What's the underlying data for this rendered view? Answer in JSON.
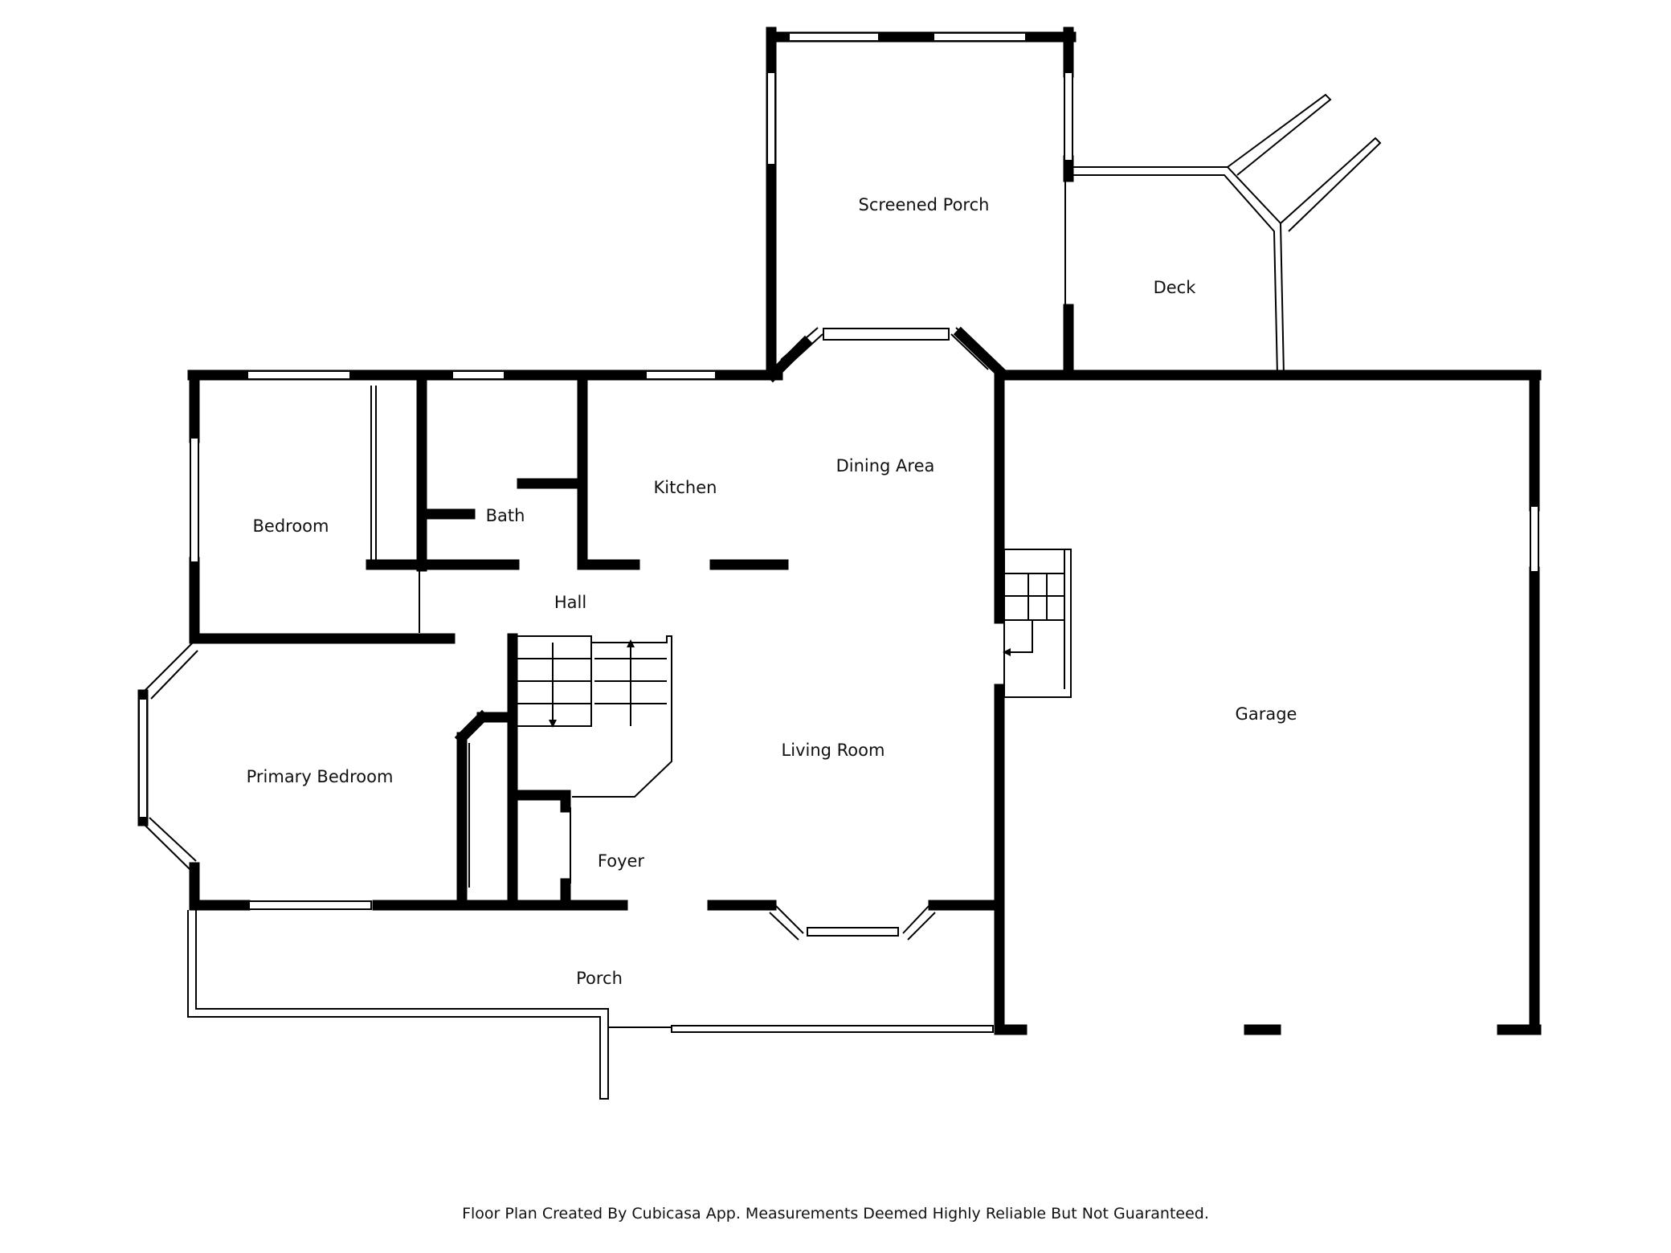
{
  "rooms": {
    "screened_porch": "Screened Porch",
    "deck": "Deck",
    "dining_area": "Dining Area",
    "kitchen": "Kitchen",
    "bath": "Bath",
    "bedroom": "Bedroom",
    "hall": "Hall",
    "garage": "Garage",
    "living_room": "Living Room",
    "primary_bedroom": "Primary Bedroom",
    "foyer": "Foyer",
    "porch": "Porch"
  },
  "footer": {
    "note": "Floor Plan Created By Cubicasa App. Measurements Deemed Highly Reliable But Not Guaranteed."
  },
  "colors": {
    "wall": "#000000",
    "background": "#ffffff"
  }
}
